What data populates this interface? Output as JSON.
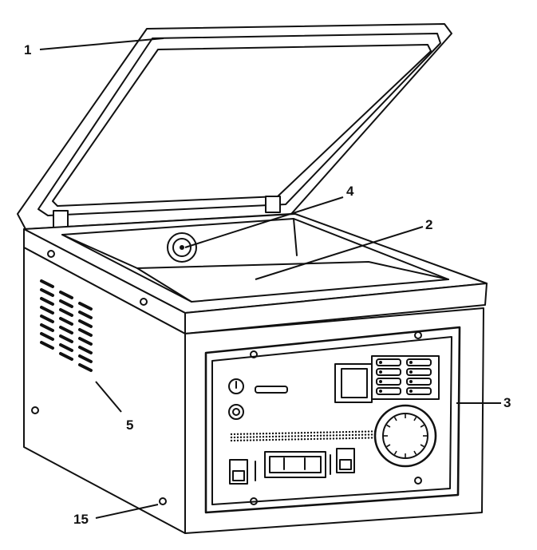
{
  "callouts": [
    {
      "id": "lid",
      "label": "1"
    },
    {
      "id": "chamber",
      "label": "2"
    },
    {
      "id": "control-panel",
      "label": "3"
    },
    {
      "id": "valve",
      "label": "4"
    },
    {
      "id": "vent-grille",
      "label": "5"
    },
    {
      "id": "screw",
      "label": "15"
    }
  ]
}
